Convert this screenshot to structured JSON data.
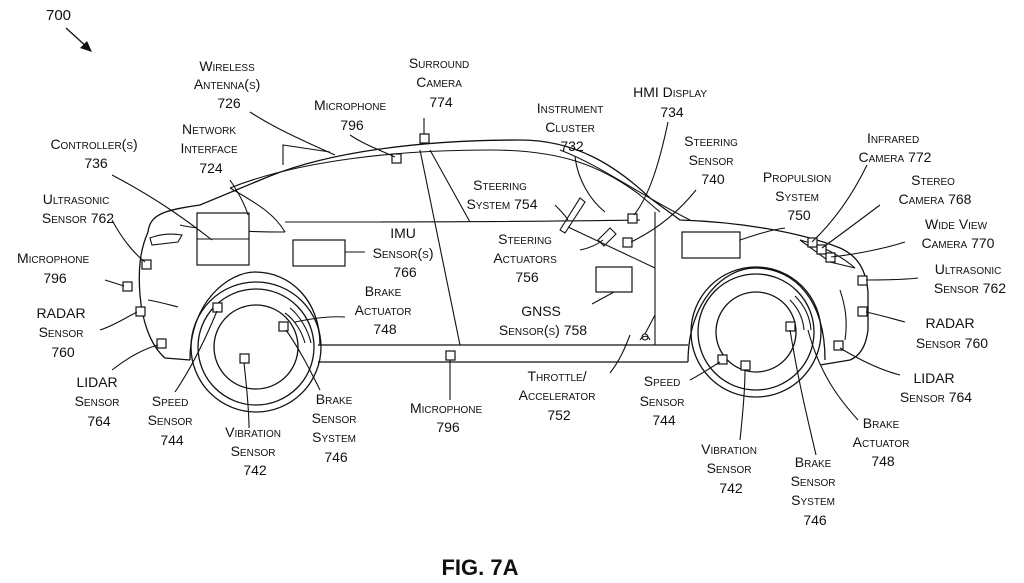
{
  "figure": {
    "ref": "700",
    "caption": "FIG. 7A"
  },
  "labels": {
    "wireless_antenna": [
      "Wireless",
      "Antenna(s)",
      "726"
    ],
    "surround_camera": [
      "Surround",
      "Camera",
      "774"
    ],
    "microphone_roof": [
      "Microphone",
      "796"
    ],
    "hmi_display": [
      "HMI Display",
      "734"
    ],
    "instrument_cluster": [
      "Instrument",
      "Cluster",
      "732"
    ],
    "controller": [
      "Controller(s)",
      "736"
    ],
    "network_interface": [
      "Network",
      "Interface",
      "724"
    ],
    "steering_sensor": [
      "Steering",
      "Sensor",
      "740"
    ],
    "infrared_camera": [
      "Infrared",
      "Camera 772"
    ],
    "stereo_camera": [
      "Stereo",
      "Camera 768"
    ],
    "propulsion_system": [
      "Propulsion",
      "System",
      "750"
    ],
    "wide_view_camera": [
      "Wide View",
      "Camera 770"
    ],
    "ultrasonic_rear": [
      "Ultrasonic",
      "Sensor 762"
    ],
    "steering_system": [
      "Steering",
      "System 754"
    ],
    "steering_actuators": [
      "Steering",
      "Actuators",
      "756"
    ],
    "imu_sensor": [
      "IMU",
      "Sensor(s)",
      "766"
    ],
    "microphone_rear": [
      "Microphone",
      "796"
    ],
    "ultrasonic_front": [
      "Ultrasonic",
      "Sensor 762"
    ],
    "radar_rear": [
      "RADAR",
      "Sensor",
      "760"
    ],
    "brake_actuator_rear": [
      "Brake",
      "Actuator",
      "748"
    ],
    "gnss_sensor": [
      "GNSS",
      "Sensor(s) 758"
    ],
    "radar_front": [
      "RADAR",
      "Sensor 760"
    ],
    "lidar_rear": [
      "LIDAR",
      "Sensor",
      "764"
    ],
    "speed_sensor_rear": [
      "Speed",
      "Sensor",
      "744"
    ],
    "vibration_sensor_rear": [
      "Vibration",
      "Sensor",
      "742"
    ],
    "brake_sensor_rear": [
      "Brake",
      "Sensor",
      "System",
      "746"
    ],
    "microphone_bottom": [
      "Microphone",
      "796"
    ],
    "throttle": [
      "Throttle/",
      "Accelerator",
      "752"
    ],
    "speed_sensor_front": [
      "Speed",
      "Sensor",
      "744"
    ],
    "lidar_front": [
      "LIDAR",
      "Sensor 764"
    ],
    "vibration_sensor_front": [
      "Vibration",
      "Sensor",
      "742"
    ],
    "brake_sensor_front": [
      "Brake",
      "Sensor",
      "System",
      "746"
    ],
    "brake_actuator_front": [
      "Brake",
      "Actuator",
      "748"
    ]
  }
}
